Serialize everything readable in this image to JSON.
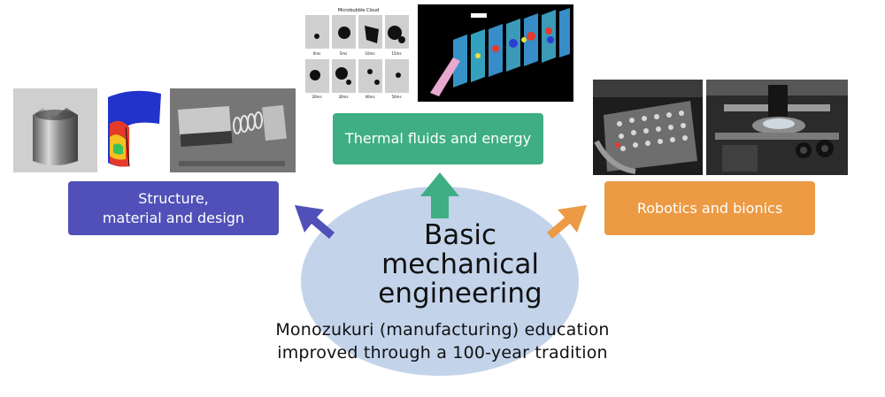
{
  "hub": {
    "title_lines": [
      "Basic",
      "mechanical",
      "engineering"
    ],
    "caption_lines": [
      "Monozukuri (manufacturing) education",
      "improved through a 100-year tradition"
    ],
    "color": "#c3d3ea"
  },
  "branches": {
    "left": {
      "label_lines": [
        "Structure,",
        "material and design"
      ],
      "color": "#5050b8"
    },
    "top": {
      "label": "Thermal fluids and energy",
      "color": "#3fae84"
    },
    "right": {
      "label": "Robotics and bionics",
      "color": "#ec9a43"
    }
  },
  "images": [
    {
      "name": "metal-cup-photo-icon"
    },
    {
      "name": "fem-stress-contour-icon"
    },
    {
      "name": "sem-microspring-photo-icon"
    },
    {
      "name": "bubble-sequence-frames-icon"
    },
    {
      "name": "flow-slices-visualization-icon"
    },
    {
      "name": "robot-gripper-array-photo-icon"
    },
    {
      "name": "microscope-stage-photo-icon"
    }
  ],
  "frame_labels": {
    "header": "Microbubble Cloud",
    "times": [
      "0ms",
      "5ms",
      "10ms",
      "15ms",
      "20ms",
      "30ms",
      "40ms",
      "50ms"
    ]
  }
}
